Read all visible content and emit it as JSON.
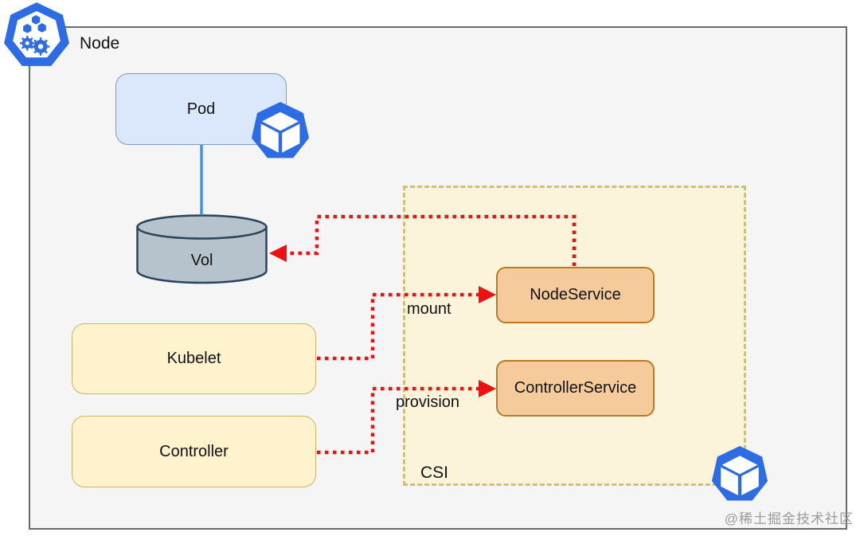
{
  "diagram": {
    "node_label": "Node",
    "pod": {
      "label": "Pod"
    },
    "vol": {
      "label": "Vol"
    },
    "kubelet": {
      "label": "Kubelet"
    },
    "controller": {
      "label": "Controller"
    },
    "csi": {
      "label": "CSI",
      "node_service": {
        "label": "NodeService"
      },
      "controller_service": {
        "label": "ControllerService"
      }
    },
    "edges": {
      "mount_label": "mount",
      "provision_label": "provision"
    },
    "icons": {
      "node_icon": "kubernetes-node-icon",
      "pod_icon": "container-cube-icon",
      "csi_icon": "container-cube-icon"
    },
    "colors": {
      "kubernetes_blue": "#2e6ce5",
      "arrow_red": "#ee1111",
      "connector_blue": "#3c95e8",
      "pod_fill": "#dbe8fb",
      "pod_border": "#7e9cc0",
      "yellow_fill": "#fff3cd",
      "yellow_border": "#d1b362",
      "csi_fill": "#fbf4da",
      "csi_border": "#cbc37a",
      "orange_fill": "#f6cb9b",
      "orange_border": "#b97a26",
      "vol_fill": "#b7c3cc",
      "vol_border": "#29455c",
      "node_rect_fill": "#f5f5f6",
      "node_rect_border": "#6a6a6a"
    }
  },
  "watermark": {
    "text": "@稀土掘金技术社区"
  }
}
